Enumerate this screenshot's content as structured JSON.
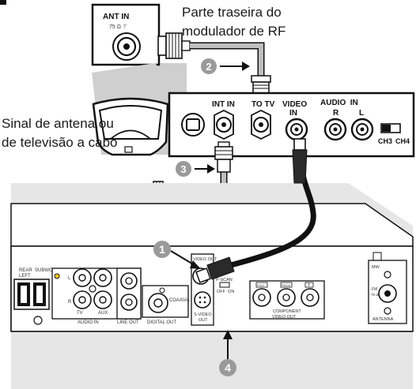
{
  "captions": {
    "rf_back": [
      "Parte traseira do",
      "modulador de RF"
    ],
    "antenna_signal": [
      "Sinal de antena ou",
      "de televisão a cabo"
    ]
  },
  "modulator_small": {
    "ant_in": "ANT IN",
    "impedance": "75 Ω ⊤"
  },
  "modulator_panel": {
    "int_in": "INT IN",
    "to_tv": "TO TV",
    "video_in": [
      "VIDEO",
      "IN"
    ],
    "audio_in": "AUDIO  IN",
    "audio_r": "R",
    "audio_l": "L",
    "ch3": "CH3",
    "ch4": "CH4"
  },
  "steps": {
    "one": "1",
    "two": "2",
    "three": "3",
    "four": "4"
  },
  "player_panel": {
    "rear_subwoofer": "REAR  SUBWOOFER",
    "left": "LEFT",
    "audio_l": "L",
    "audio_r": "R",
    "tv": "TV",
    "aux": "AUX",
    "audio_in": "AUDIO IN",
    "line_out": "LINE OUT",
    "coaxial": "COAXIAL",
    "digital_out": "DIGITAL OUT",
    "video_out": "VIDEO OUT",
    "svideo_out": [
      "S-VIDEO",
      "OUT"
    ],
    "pscan": "P-SCAN",
    "off_on": "OFF  ON",
    "pr_pr": "Pr/Cr",
    "pb_cb": "Pb/Cb",
    "y": "Y",
    "component_video_out": [
      "COMPONENT",
      "VIDEO OUT"
    ],
    "mw": "MW",
    "fm": "FM",
    "fm_ohm": "75 Ω",
    "antenna": "ANTENNA"
  },
  "colors": {
    "grey_fill": "#e6e6e6",
    "step_badge": "#9a9a9a",
    "cable": "#202020",
    "cable_grey": "#bfbfbf"
  }
}
